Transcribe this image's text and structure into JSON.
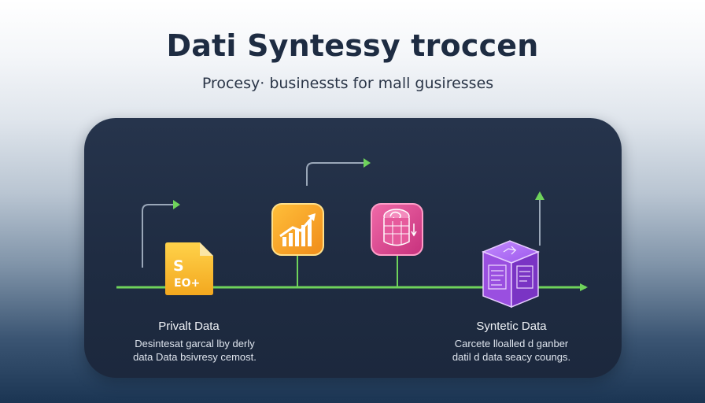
{
  "header": {
    "title": "Dati Syntessy troccen",
    "subtitle": "Procesy· businessts for mall gusiresses"
  },
  "nodes": {
    "private_doc": {
      "icon": "document-dollar-icon",
      "glyph_top": "S",
      "glyph_bottom": "EO+",
      "color": "#f5b82e"
    },
    "chart_node": {
      "icon": "growth-chart-icon",
      "color": "#f5a623"
    },
    "database_node": {
      "icon": "swirl-database-icon",
      "color": "#e0448f"
    },
    "synthetic_cube": {
      "icon": "data-cube-icon",
      "color": "#8b3fd6"
    }
  },
  "captions": {
    "private": {
      "title": "Privalt Data",
      "line1": "Desintesat garcal lby derly",
      "line2": "data Data bsivresy cemost."
    },
    "synthetic": {
      "title": "Syntetic Data",
      "line1": "Carcete lloalled d ganber",
      "line2": "datil d data seacy coungs."
    }
  },
  "colors": {
    "flow_line": "#6fd35b",
    "connector": "#9aa7b8",
    "panel": "#1f2c42"
  }
}
